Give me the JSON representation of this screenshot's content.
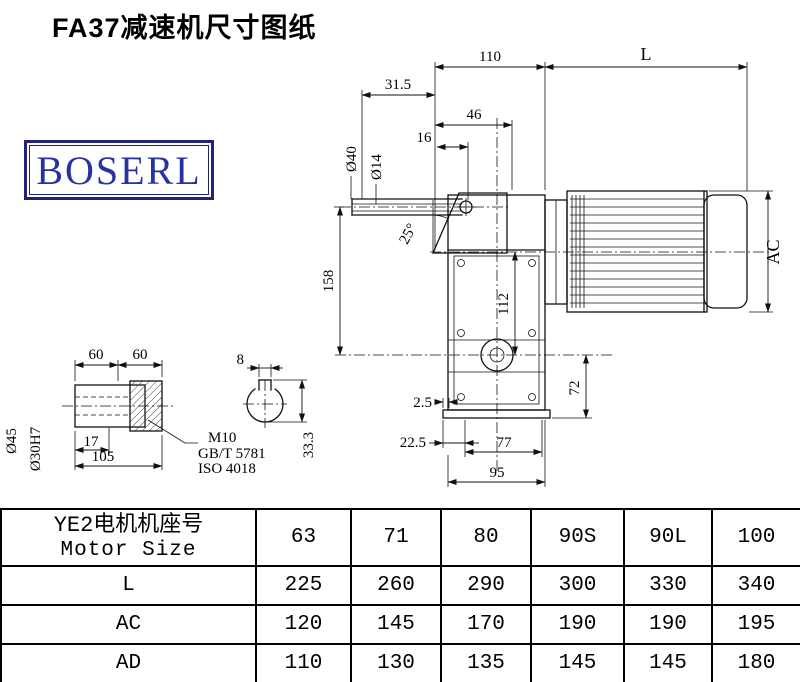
{
  "page": {
    "title": "FA37减速机尺寸图纸",
    "logo_text": "BOSERL"
  },
  "main_view": {
    "dim_110": "110",
    "dim_L": "L",
    "dim_31_5": "31.5",
    "dim_46": "46",
    "dim_16": "16",
    "dim_dia40": "Ø40",
    "dim_dia14": "Ø14",
    "dim_25deg": "25°",
    "dim_158": "158",
    "dim_112": "112",
    "dim_AC": "AC",
    "dim_72": "72",
    "dim_2_5": "2.5",
    "dim_22_5": "22.5",
    "dim_77": "77",
    "dim_95": "95"
  },
  "shaft_view": {
    "dim_60_left": "60",
    "dim_60_right": "60",
    "dim_8": "8",
    "dim_dia45": "Ø45",
    "dim_dia30h7": "Ø30H7",
    "dim_17": "17",
    "dim_105": "105",
    "dim_33_3": "33.3",
    "note_m10": "M10",
    "note_gbt": "GB/T 5781",
    "note_iso": "ISO 4018"
  },
  "table": {
    "header_cn": "YE2电机机座号",
    "header_en": "Motor Size",
    "columns": [
      "63",
      "71",
      "80",
      "90S",
      "90L",
      "100"
    ],
    "rows": [
      {
        "label": "L",
        "values": [
          "225",
          "260",
          "290",
          "300",
          "330",
          "340"
        ]
      },
      {
        "label": "AC",
        "values": [
          "120",
          "145",
          "170",
          "190",
          "190",
          "195"
        ]
      },
      {
        "label": "AD",
        "values": [
          "110",
          "130",
          "135",
          "145",
          "145",
          "180"
        ]
      }
    ]
  }
}
